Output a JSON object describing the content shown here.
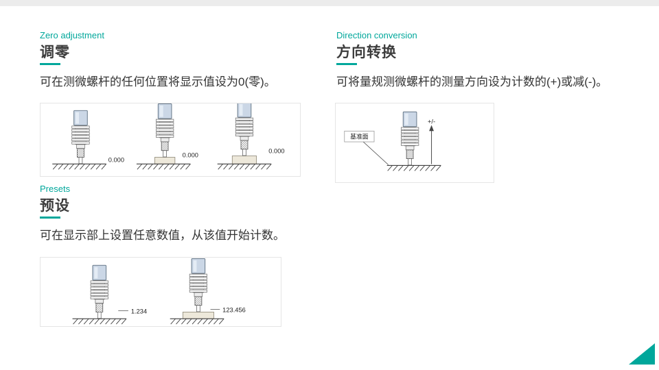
{
  "theme": {
    "accent": "#00A79B",
    "topbar": "#ECECEC"
  },
  "sections": {
    "zero": {
      "label": "Zero adjustment",
      "title": "调零",
      "body": "可在测微螺杆的任何位置将显示值设为0(零)。",
      "figure": {
        "values": [
          "0.000",
          "0.000",
          "0.000"
        ]
      }
    },
    "direction": {
      "label": "Direction conversion",
      "title": "方向转换",
      "body": "可将量规测微螺杆的测量方向设为计数的(+)或减(-)。",
      "figure": {
        "datum_label": "基准面",
        "sign_label": "+/-"
      }
    },
    "preset": {
      "label": "Presets",
      "title": "预设",
      "body": "可在显示部上设置任意数值，从该值开始计数。",
      "figure": {
        "values": [
          "1.234",
          "123.456"
        ]
      }
    }
  }
}
